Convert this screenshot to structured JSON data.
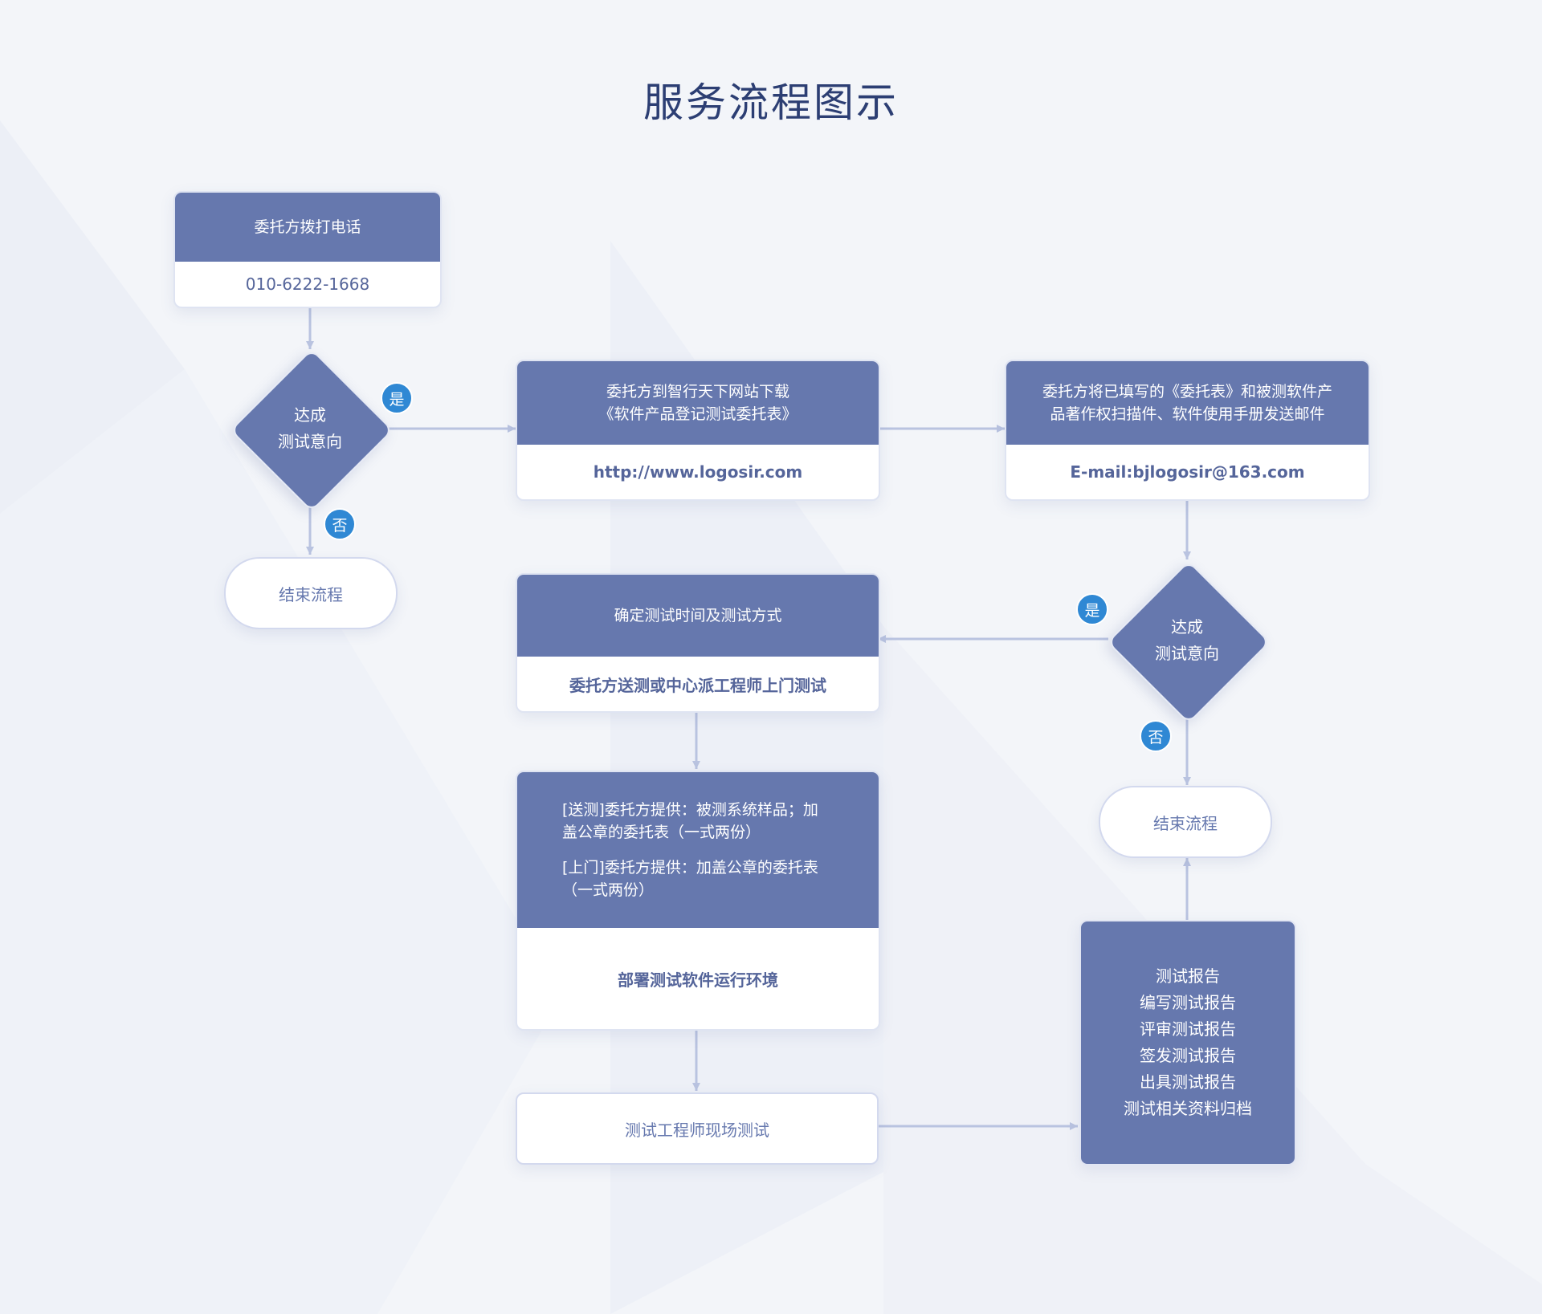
{
  "title": "服务流程图示",
  "colors": {
    "node": "#6678ae",
    "badge": "#2f88d4",
    "line": "#b9c3e0",
    "background": "#f3f5f9"
  },
  "step_call": {
    "head": "委托方拨打电话",
    "body": "010-6222-1668"
  },
  "decision_1": {
    "line1": "达成",
    "line2": "测试意向",
    "yes": "是",
    "no": "否"
  },
  "end_1": "结束流程",
  "step_download": {
    "head_line1": "委托方到智行天下网站下载",
    "head_line2": "《软件产品登记测试委托表》",
    "body": "http://www.logosir.com"
  },
  "step_mail": {
    "head_line1": "委托方将已填写的《委托表》和被测软件产",
    "head_line2": "品著作权扫描件、软件使用手册发送邮件",
    "body": "E-mail:bjlogosir@163.com"
  },
  "decision_2": {
    "line1": "达成",
    "line2": "测试意向",
    "yes": "是",
    "no": "否"
  },
  "end_2": "结束流程",
  "step_schedule": {
    "head": "确定测试时间及测试方式",
    "body": "委托方送测或中心派工程师上门测试"
  },
  "step_deploy": {
    "para1_line1": "[送测]委托方提供：被测系统样品；加",
    "para1_line2": "盖公章的委托表（一式两份）",
    "para2_line1": "[上门]委托方提供：加盖公章的委托表",
    "para2_line2": "（一式两份）",
    "body": "部署测试软件运行环境"
  },
  "step_onsite": "测试工程师现场测试",
  "step_report": [
    "测试报告",
    "编写测试报告",
    "评审测试报告",
    "签发测试报告",
    "出具测试报告",
    "测试相关资料归档"
  ]
}
